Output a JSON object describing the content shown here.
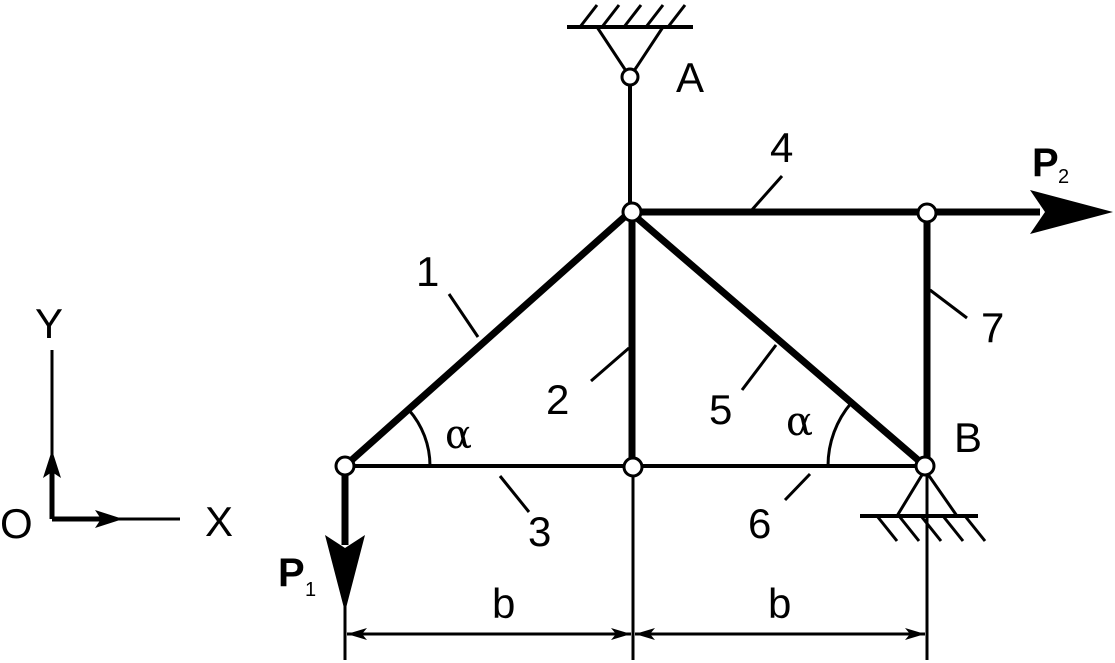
{
  "labels": {
    "support_a": "A",
    "support_b": "B",
    "member_1": "1",
    "member_2": "2",
    "member_3": "3",
    "member_4": "4",
    "member_5": "5",
    "member_6": "6",
    "member_7": "7",
    "load_p1": "P",
    "load_p1_sub": "1",
    "load_p2": "P",
    "load_p2_sub": "2",
    "angle_left": "α",
    "angle_right": "α",
    "dim_left": "b",
    "dim_right": "b",
    "axis_y": "Y",
    "axis_x": "X",
    "axis_origin": "O"
  },
  "colors": {
    "line": "#000000",
    "background": "#ffffff"
  }
}
